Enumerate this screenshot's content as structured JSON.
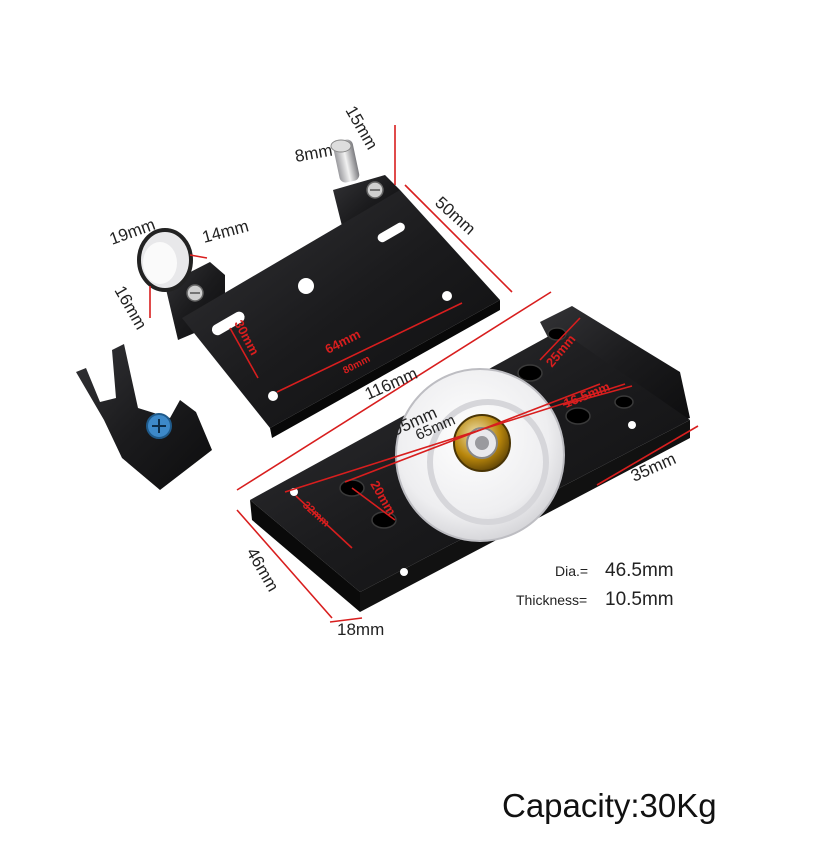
{
  "dimensions": {
    "pin_diameter": "8mm",
    "pin_length": "15mm",
    "bumper_diameter": "19mm",
    "bumper_width": "14mm",
    "bumper_height": "16mm",
    "top_plate_height": "50mm",
    "top_plate_slot_spacing": "30mm",
    "top_plate_hole_spacing": "64mm",
    "top_plate_width": "80mm",
    "base_length": "116mm",
    "base_hole_spacing": "95mm",
    "inner_hole_spacing": "65mm",
    "bracket_height": "16.5mm",
    "bracket_top": "25mm",
    "wheel_offset": "20mm",
    "base_slot": "32mm",
    "base_width": "35mm",
    "base_height": "46mm",
    "base_thickness": "18mm"
  },
  "specs": {
    "diameter_label": "Dia.=",
    "diameter_value": "46.5mm",
    "thickness_label": "Thickness=",
    "thickness_value": "10.5mm"
  },
  "capacity": "Capacity:30Kg",
  "colors": {
    "metal": "#1b1b1d",
    "wheel": "#f2f2f4",
    "dimension_line": "#d81e1e",
    "bearing": "#b8860b"
  }
}
